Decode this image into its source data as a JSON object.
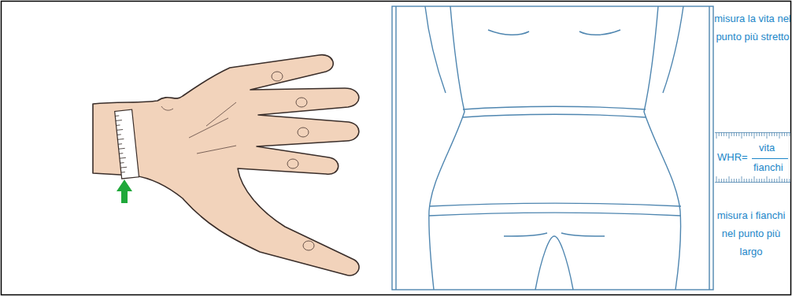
{
  "diagram": {
    "nodes": [
      {
        "text": [
          "WHR=",
          "vita",
          "fianchi"
        ]
      }
    ],
    "labels": [
      "misura la vita nel punto più stretto",
      "misura i fianchi nel punto più largo"
    ]
  }
}
